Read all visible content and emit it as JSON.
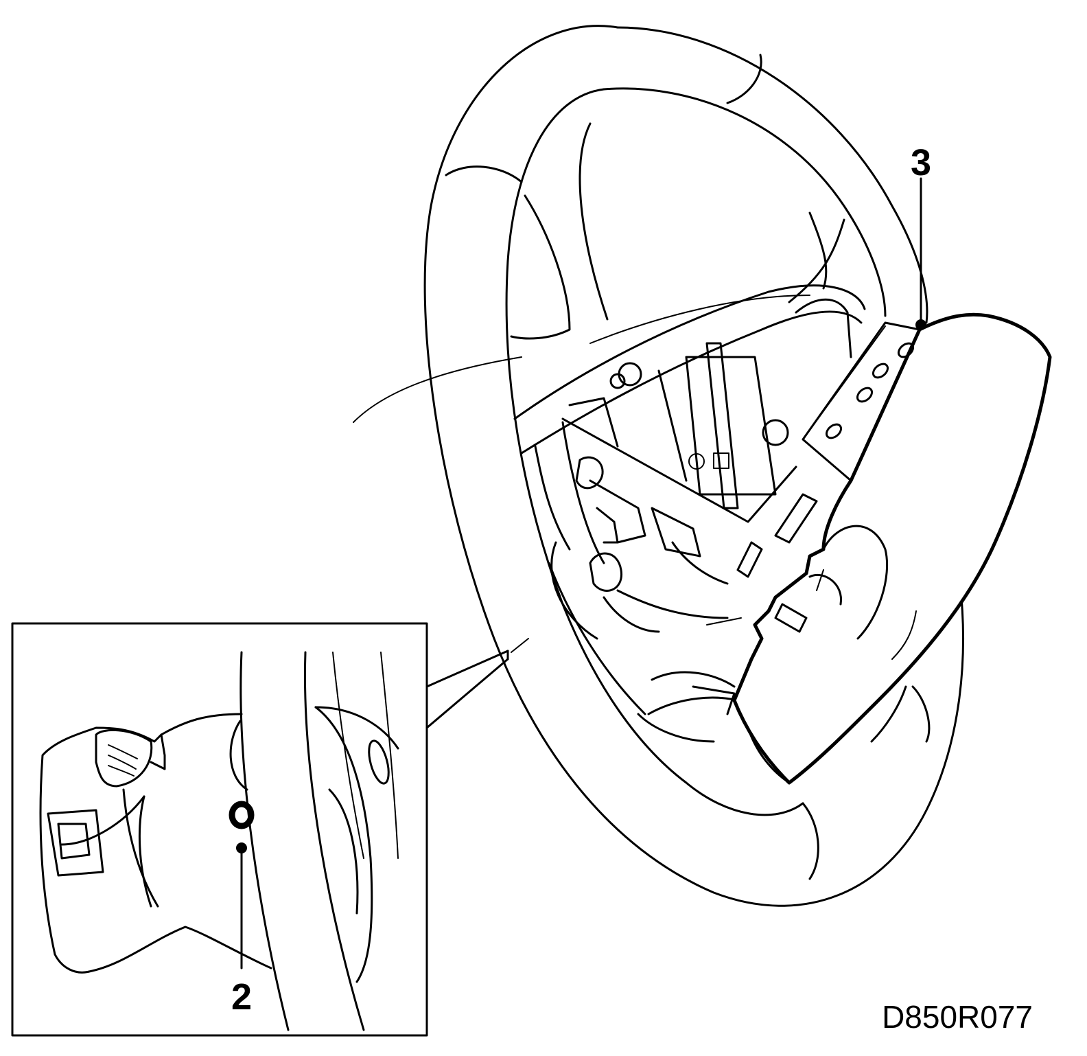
{
  "figure": {
    "reference_code": "D850R077",
    "callouts": [
      {
        "id": "2",
        "label": "2"
      },
      {
        "id": "3",
        "label": "3"
      }
    ],
    "line_color": "#000000",
    "background_color": "#ffffff"
  }
}
